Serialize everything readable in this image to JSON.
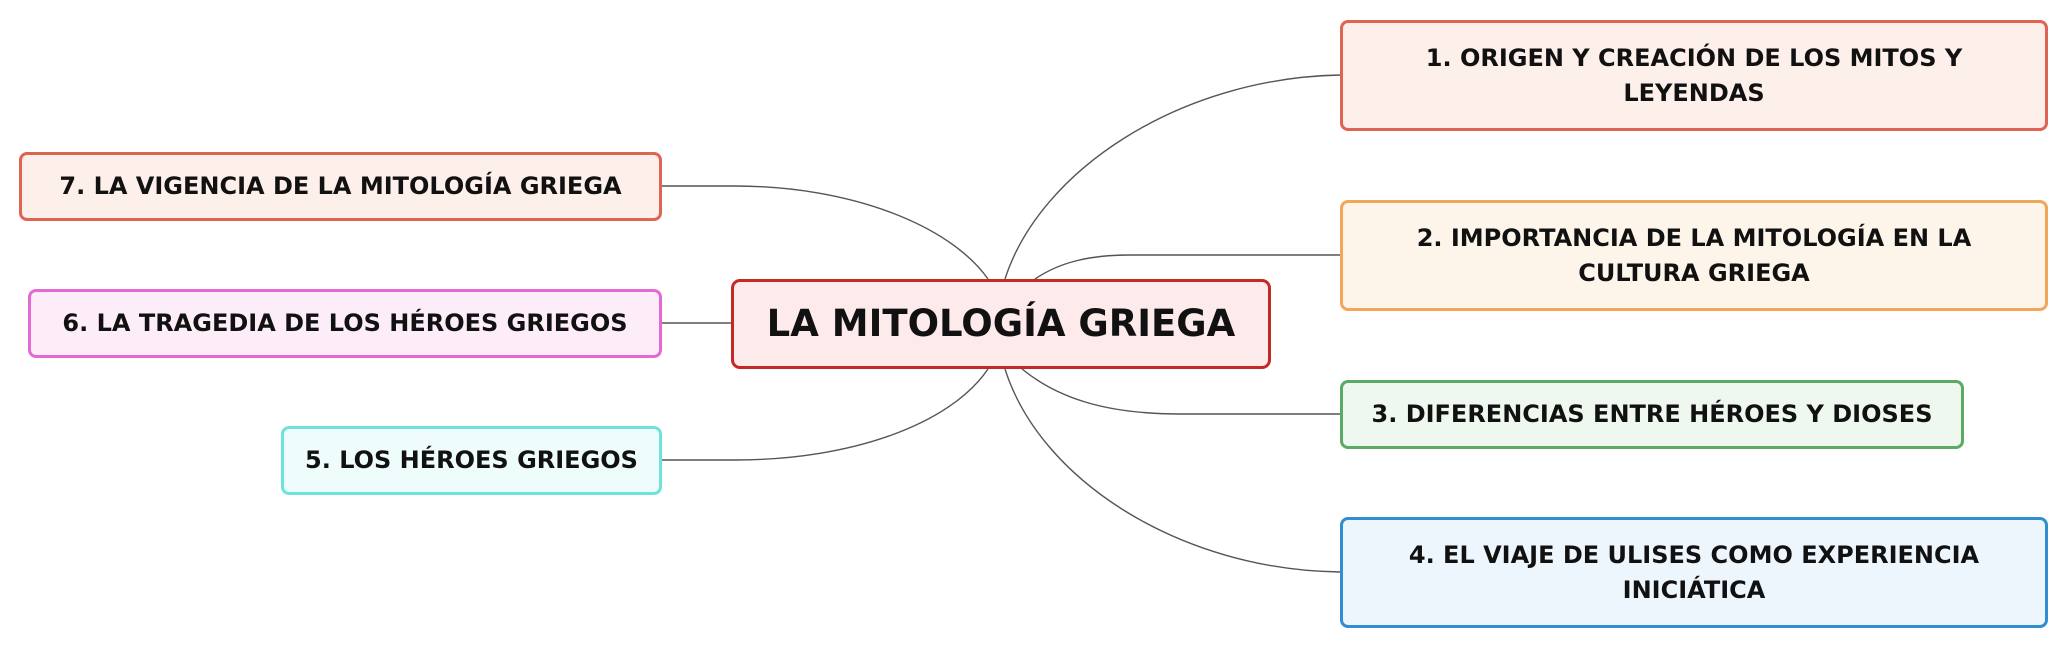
{
  "diagram": {
    "center": {
      "label": "LA MITOLOGÍA GRIEGA"
    },
    "branches": [
      {
        "id": 1,
        "label": "1. ORIGEN Y CREACIÓN DE LOS MITOS Y LEYENDAS",
        "side": "right"
      },
      {
        "id": 2,
        "label": "2. IMPORTANCIA DE LA MITOLOGÍA EN LA CULTURA GRIEGA",
        "side": "right"
      },
      {
        "id": 3,
        "label": "3. DIFERENCIAS ENTRE HÉROES Y DIOSES",
        "side": "right"
      },
      {
        "id": 4,
        "label": "4. EL VIAJE DE ULISES COMO EXPERIENCIA INICIÁTICA",
        "side": "right"
      },
      {
        "id": 5,
        "label": "5. LOS HÉROES GRIEGOS",
        "side": "left"
      },
      {
        "id": 6,
        "label": "6. LA TRAGEDIA DE LOS HÉROES GRIEGOS",
        "side": "left"
      },
      {
        "id": 7,
        "label": "7. LA VIGENCIA DE LA MITOLOGÍA GRIEGA",
        "side": "left"
      }
    ],
    "colors": {
      "center_border": "#c32a26",
      "branch1_border": "#e06454",
      "branch2_border": "#f2a65a",
      "branch3_border": "#5aac64",
      "branch4_border": "#2f8fd0",
      "branch5_border": "#6ee3db",
      "branch6_border": "#e46ad3",
      "branch7_border": "#e06454",
      "connector": "#555555"
    }
  }
}
